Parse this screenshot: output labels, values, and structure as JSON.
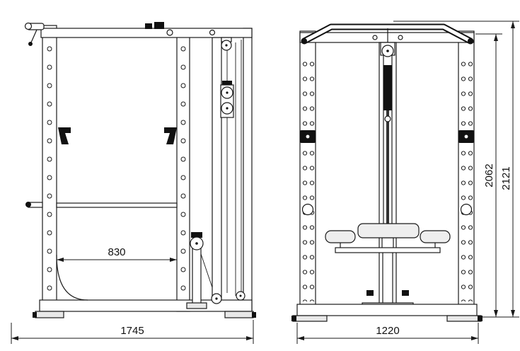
{
  "drawing": {
    "colors": {
      "line": "#1a1a1a",
      "background": "#ffffff",
      "pads": "#eeeeee",
      "hardware": "#111111"
    },
    "dimensions": {
      "cage_inner_depth": "830",
      "overall_depth": "1745",
      "overall_width": "1220",
      "frame_height": "2062",
      "overall_height": "2121"
    }
  }
}
